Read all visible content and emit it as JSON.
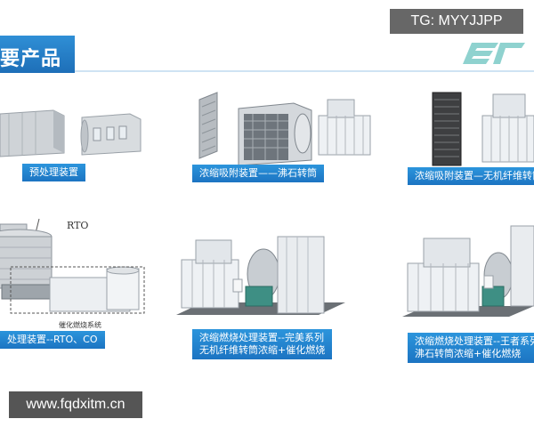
{
  "watermarks": {
    "top_right": "TG: MYYJJPP",
    "bottom_left": "www.fqdxitm.cn"
  },
  "header": {
    "title": "要产品"
  },
  "products": [
    {
      "label": "预处理装置"
    },
    {
      "label": "浓缩吸附装置——沸石转筒"
    },
    {
      "label": "浓缩吸附装置—无机纤维转筒"
    },
    {
      "label": "处理装置--RTO、CO"
    },
    {
      "label_line1": "浓缩燃烧处理装置--完美系列",
      "label_line2": "无机纤维转筒浓缩+催化燃烧"
    },
    {
      "label_line1": "浓缩燃烧处理装置--王者系列",
      "label_line2": "沸石转筒浓缩+催化燃烧"
    }
  ],
  "diagram_text": {
    "rto": "RTO",
    "catalytic": "催化燃烧系统"
  },
  "colors": {
    "accent": "#1e7cc8",
    "label_bg": "#2287d0"
  }
}
